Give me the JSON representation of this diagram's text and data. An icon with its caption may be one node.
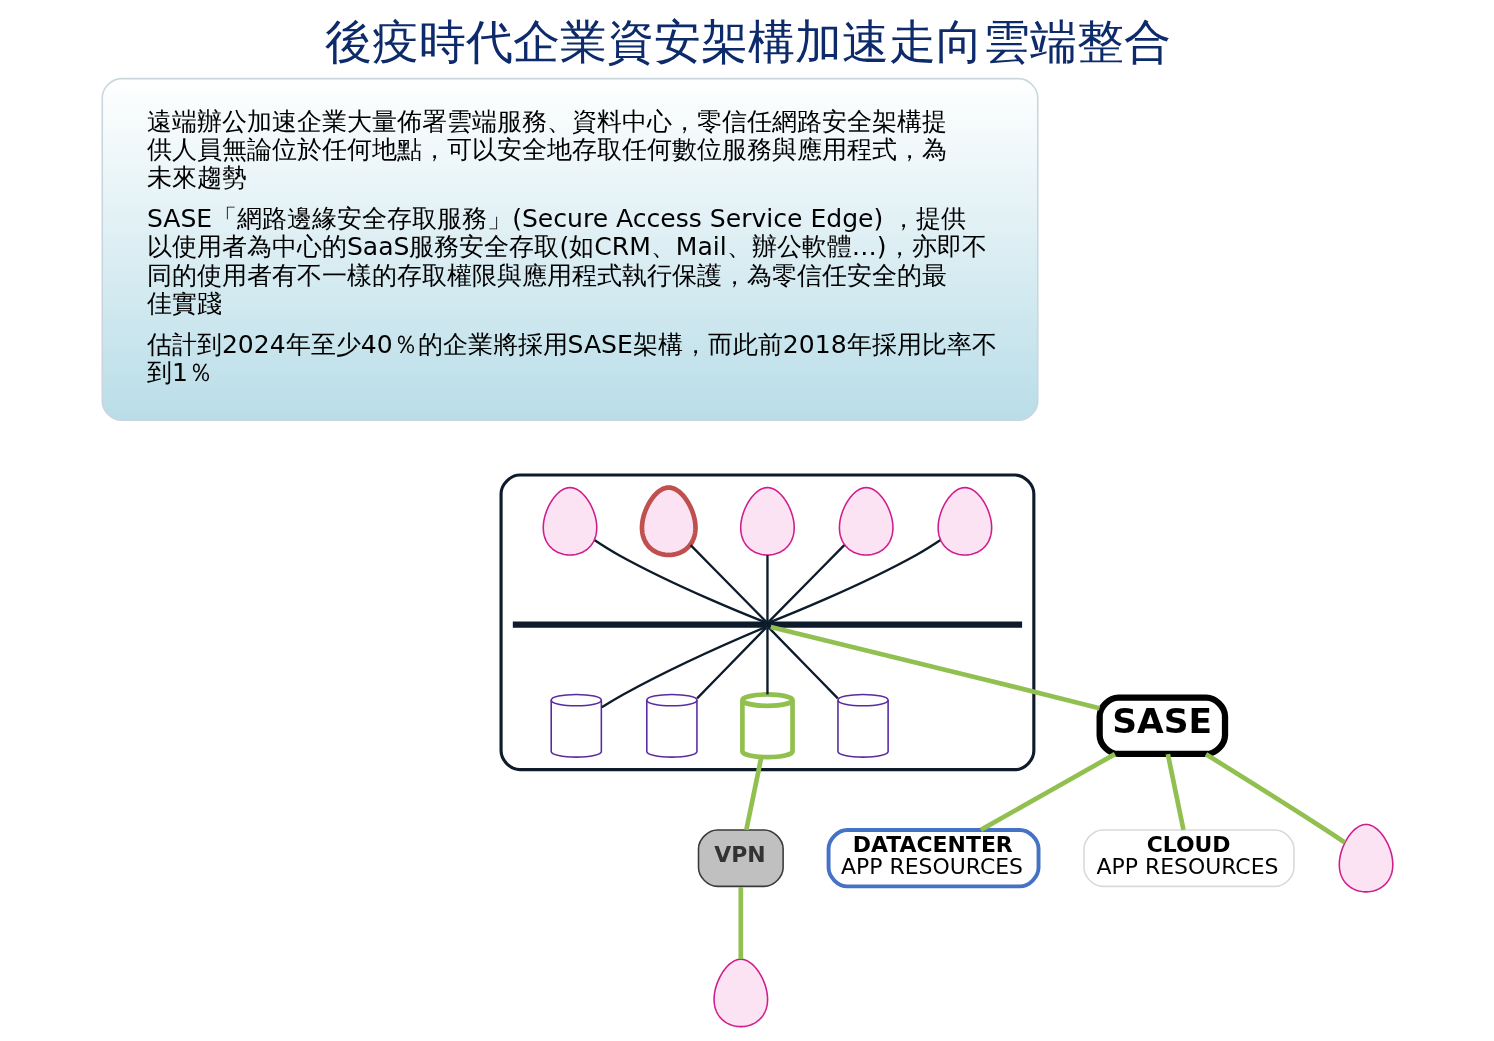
{
  "diagram": {
    "title": "後疫時代企業資安架構加速走向雲端整合",
    "nodes": [
      {
        "text": [
          "遠端辦公加速企業大量佈署雲端服務、資料中心，零信任網路安全架構提供人員無論位於任何地點，可以安全地存取任何數位服務與應用程式，為未來趨勢",
          "SASE「網路邊緣安全存取服務」(Secure Access Service Edge) ，提供以使用者為中心的SaaS服務安全存取(如CRM、Mail、辦公軟體…)，亦即不同的使用者有不一樣的存取權限與應用程式執行保護，為零信任安全的最佳實踐",
          "估計到2024年至少40％的企業將採用SASE架構，而此前2018年採用比率不到1％"
        ]
      },
      {
        "text": [],
        "shape": "box"
      },
      {
        "text": [],
        "shape": "person",
        "in": 1
      },
      {
        "text": [],
        "shape": "person",
        "in": 1
      },
      {
        "text": [],
        "shape": "person",
        "in": 1
      },
      {
        "text": [],
        "shape": "person",
        "in": 1
      },
      {
        "text": [],
        "shape": "person",
        "in": 1
      },
      {
        "text": [],
        "shape": "bar",
        "in": 1
      },
      {
        "text": [],
        "shape": "cylinder",
        "in": 1
      },
      {
        "text": [],
        "shape": "cylinder",
        "in": 1
      },
      {
        "text": [],
        "shape": "cylinder",
        "in": 1
      },
      {
        "text": [],
        "shape": "cylinder",
        "in": 1
      },
      {
        "text": [
          "VPN"
        ]
      },
      {
        "text": [],
        "shape": "person"
      },
      {
        "text": [
          "SASE"
        ]
      },
      {
        "text": [
          "DATACENTER",
          "APP RESOURCES"
        ]
      },
      {
        "text": [
          "CLOUD",
          "APP RESOURCES"
        ]
      },
      {
        "text": [],
        "shape": "person"
      }
    ],
    "edges": [
      {
        "from": 2,
        "to": 7,
        "arrow": "none"
      },
      {
        "from": 3,
        "to": 7,
        "arrow": "none"
      },
      {
        "from": 4,
        "to": 7,
        "arrow": "none"
      },
      {
        "from": 5,
        "to": 7,
        "arrow": "none"
      },
      {
        "from": 6,
        "to": 7,
        "arrow": "none"
      },
      {
        "from": 7,
        "to": 8,
        "arrow": "none"
      },
      {
        "from": 7,
        "to": 9,
        "arrow": "none"
      },
      {
        "from": 7,
        "to": 10,
        "arrow": "none"
      },
      {
        "from": 7,
        "to": 11,
        "arrow": "none"
      },
      {
        "from": 10,
        "to": 12,
        "arrow": "none",
        "style": "thick",
        "color": "#92c050"
      },
      {
        "from": 12,
        "to": 13,
        "arrow": "none",
        "style": "thick",
        "color": "#92c050"
      },
      {
        "from": 7,
        "to": 14,
        "arrow": "none",
        "style": "thick",
        "color": "#92c050"
      },
      {
        "from": 14,
        "to": 15,
        "arrow": "none",
        "style": "thick",
        "color": "#92c050"
      },
      {
        "from": 14,
        "to": 16,
        "arrow": "none",
        "style": "thick",
        "color": "#92c050"
      },
      {
        "from": 14,
        "to": 17,
        "arrow": "none",
        "style": "thick",
        "color": "#92c050"
      }
    ]
  }
}
